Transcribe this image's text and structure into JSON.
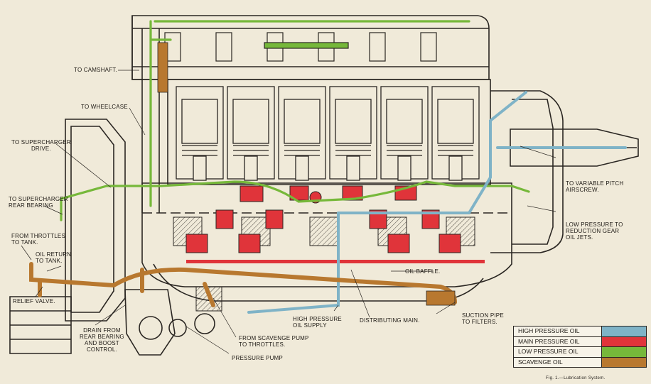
{
  "labels": {
    "camshaft": "To Camshaft.",
    "wheelcase": "To Wheelcase",
    "supercharger_drive": "To Supercharger\nDrive.",
    "supercharger_rear_bearing": "To Supercharger\nRear Bearing",
    "from_throttles": "From Throttles\nto Tank.",
    "oil_return": "Oil Return\nto Tank.",
    "relief_valve": "Relief Valve.",
    "drain": "Drain from\nRear Bearing\nand Boost\nControl.",
    "scavenge_pump": "From Scavenge Pump\nto Throttles.",
    "pressure_pump": "Pressure Pump",
    "high_pressure_supply": "High Pressure\nOil Supply",
    "distributing_main": "Distributing Main.",
    "oil_baffle": "Oil Baffle.",
    "suction_pipe": "Suction Pipe\nto Filters.",
    "variable_pitch": "To Variable Pitch\nAirscrew.",
    "low_pressure_reduction": "Low Pressure to\nReduction Gear\nOil Jets."
  },
  "legend": [
    {
      "label": "High Pressure Oil",
      "color": "#7fb3c7"
    },
    {
      "label": "Main Pressure Oil",
      "color": "#e0343a"
    },
    {
      "label": "Low Pressure Oil",
      "color": "#76b83a"
    },
    {
      "label": "Scavenge Oil",
      "color": "#b8782f"
    }
  ],
  "figure_caption": "Fig. 1.—Lubrication System.",
  "colors": {
    "high": "#7fb3c7",
    "main": "#e0343a",
    "low": "#76b83a",
    "scavenge": "#b8782f",
    "line": "#2a2622",
    "paper": "#f0ead9"
  }
}
